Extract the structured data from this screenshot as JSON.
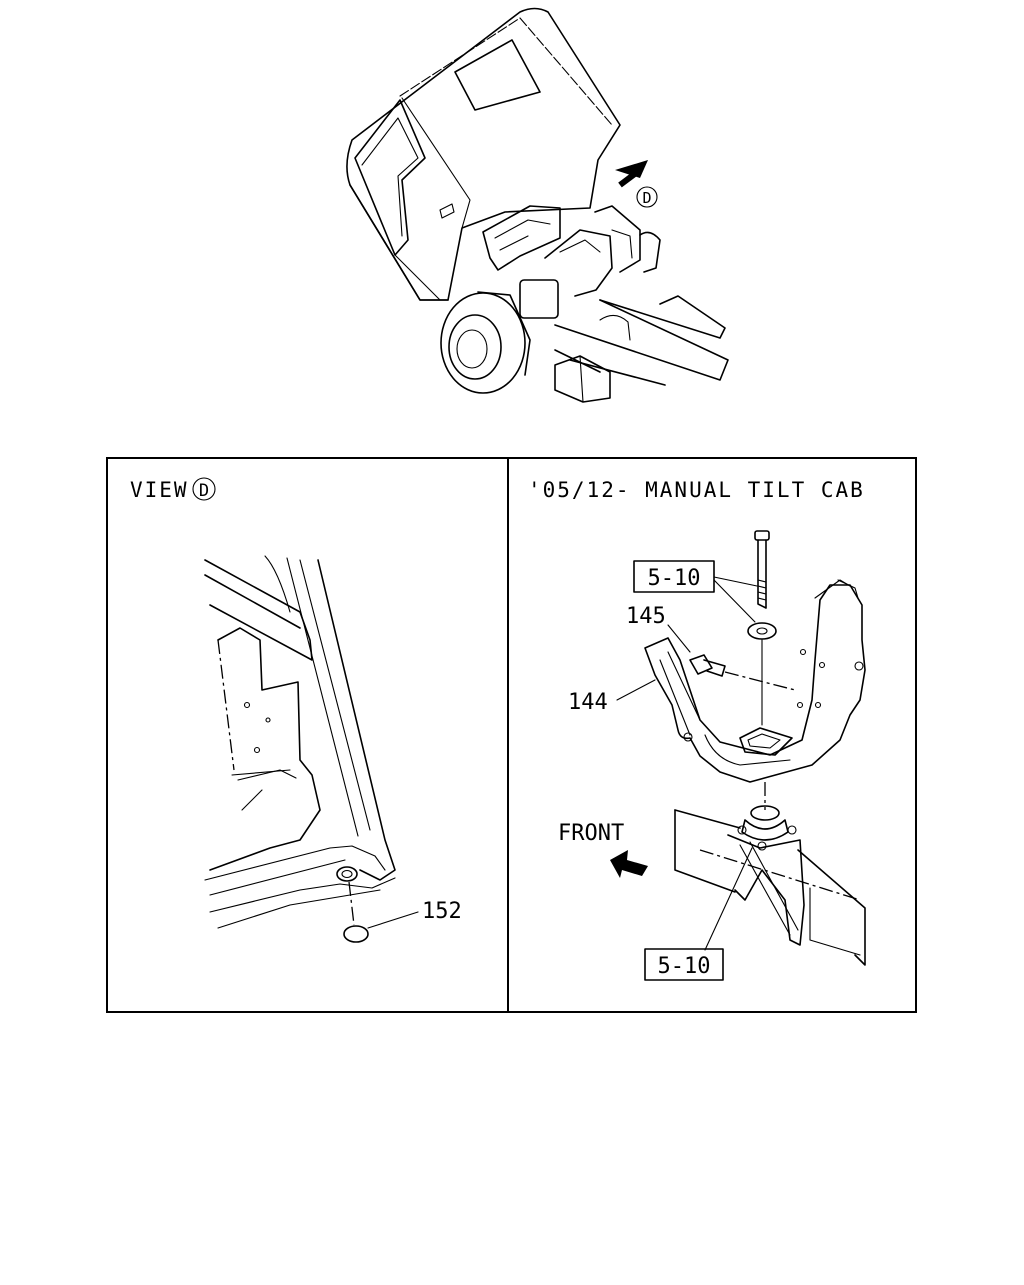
{
  "overview": {
    "view_marker": "D"
  },
  "left_panel": {
    "view_word": "VIEW",
    "view_marker": "D",
    "callouts": [
      {
        "id": "152",
        "text": "152"
      }
    ]
  },
  "right_panel": {
    "header": "'05/12- MANUAL TILT CAB",
    "callouts": [
      {
        "id": "145",
        "text": "145"
      },
      {
        "id": "144",
        "text": "144"
      }
    ],
    "boxed_refs": [
      {
        "id": "ref-upper",
        "text": "5-10"
      },
      {
        "id": "ref-lower",
        "text": "5-10"
      }
    ],
    "front_label": "FRONT"
  }
}
